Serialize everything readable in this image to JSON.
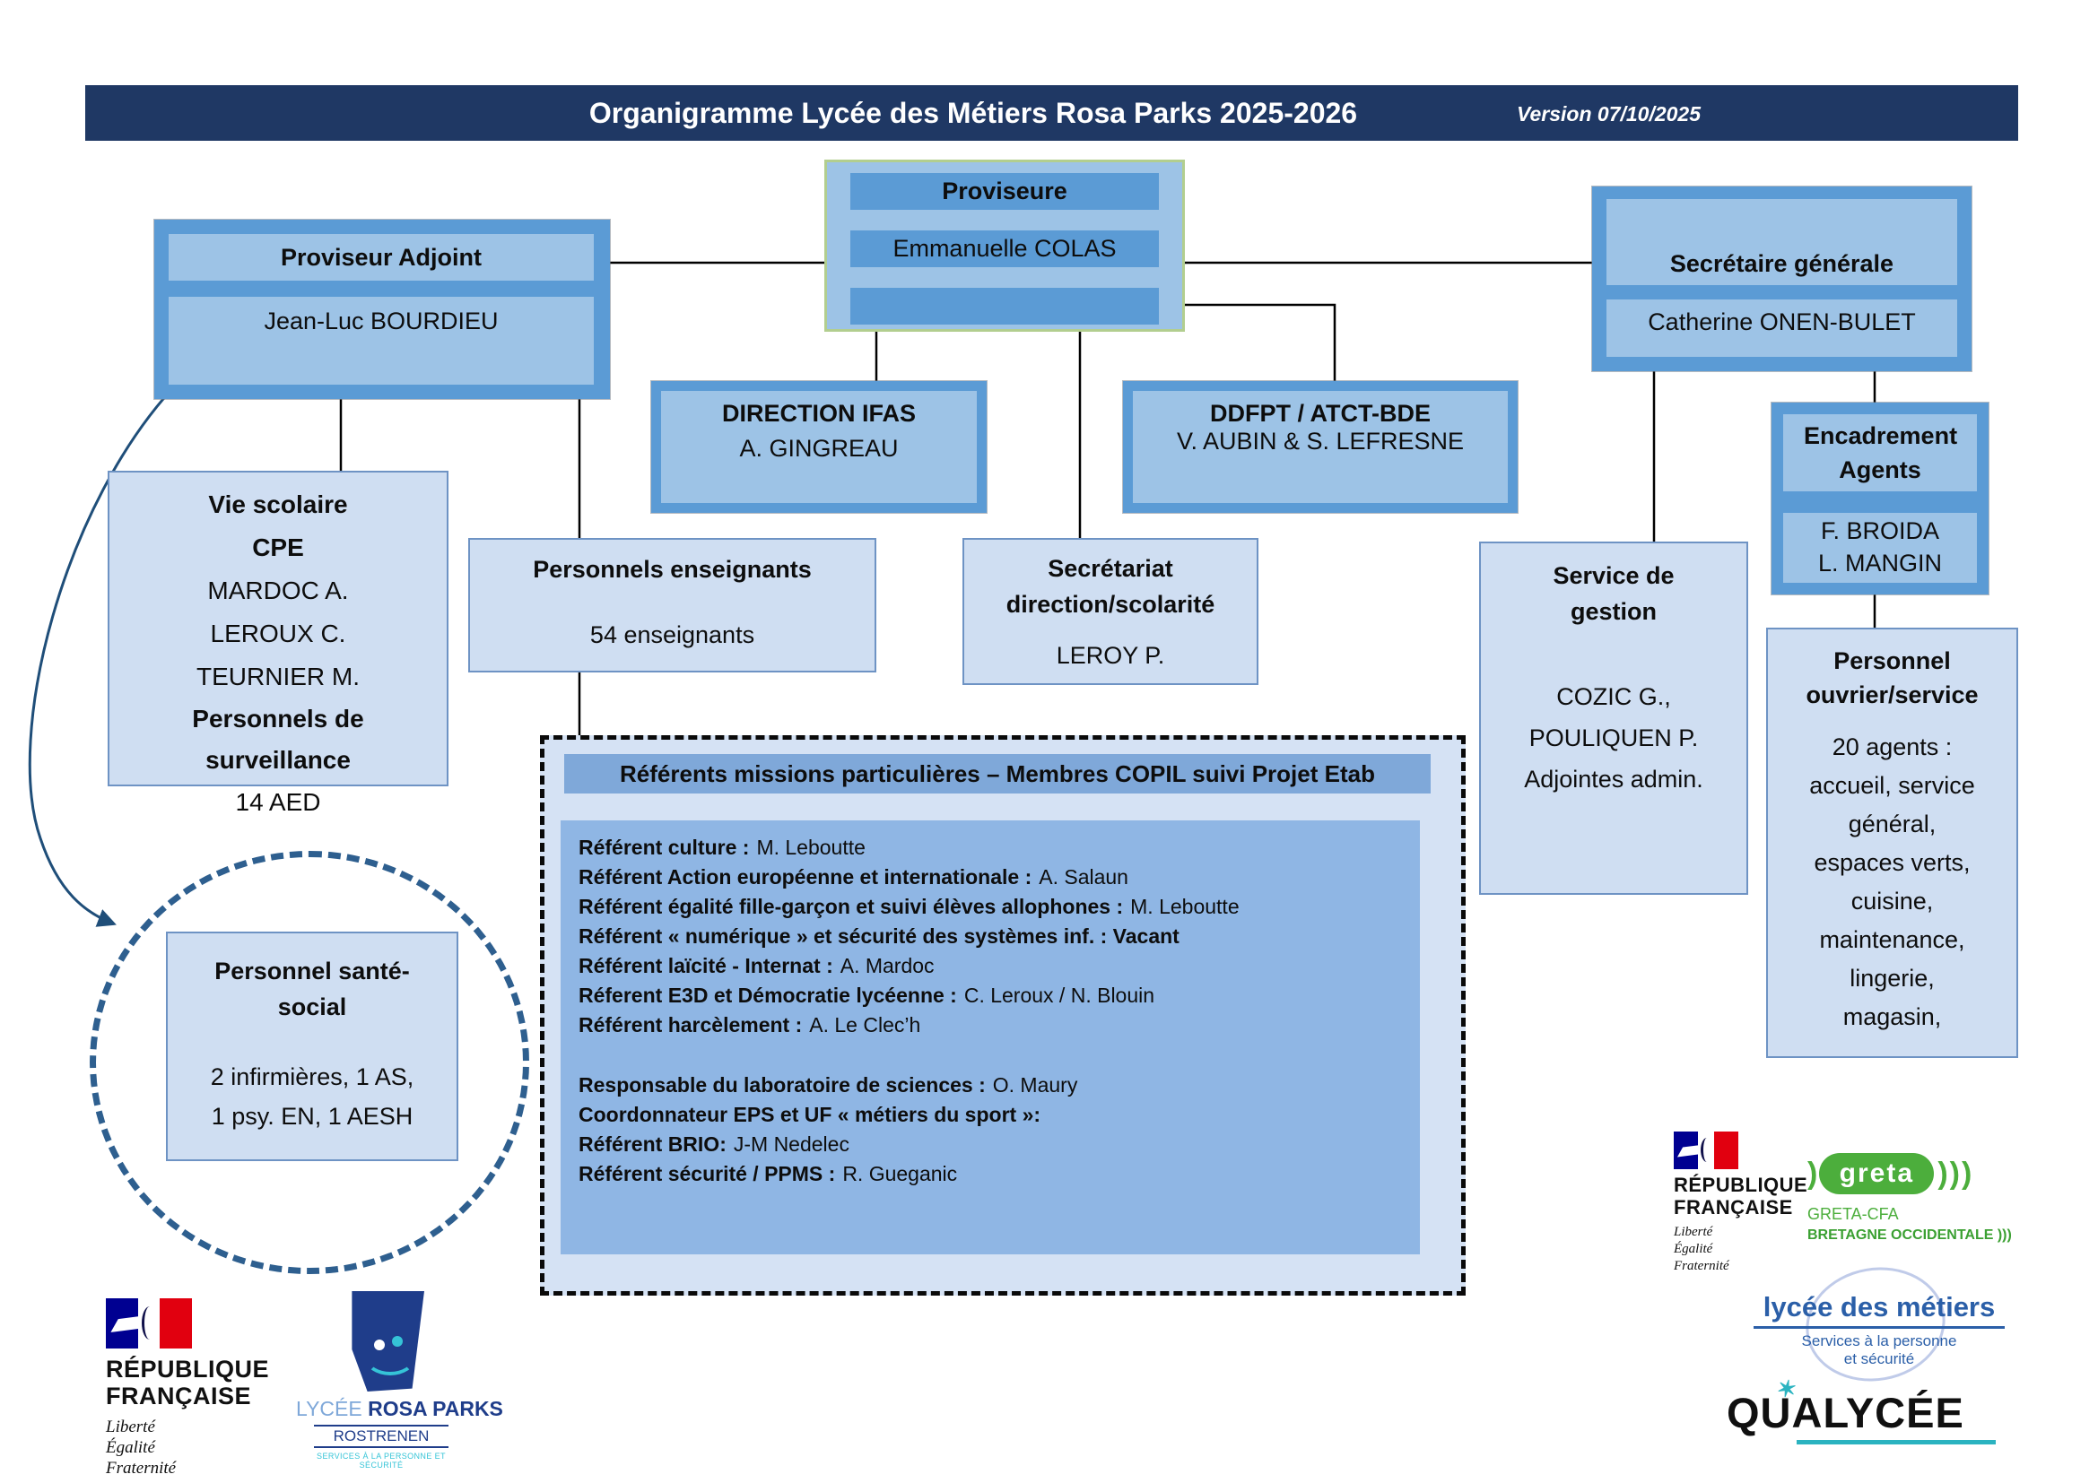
{
  "header": {
    "title": "Organigramme Lycée des Métiers Rosa Parks 2025-2026",
    "version": "Version 07/10/2025"
  },
  "nodes": {
    "proviseure": {
      "title": "Proviseure",
      "name": "Emmanuelle COLAS"
    },
    "proviseur_adjoint": {
      "title": "Proviseur Adjoint",
      "name": "Jean-Luc BOURDIEU"
    },
    "secretaire_generale": {
      "title": "Secrétaire générale",
      "name": "Catherine ONEN-BULET"
    },
    "direction_ifas": {
      "title": "DIRECTION IFAS",
      "name": "A. GINGREAU"
    },
    "ddfpt": {
      "title": "DDFPT / ATCT-BDE",
      "name": "V. AUBIN & S. LEFRESNE"
    },
    "vie_scolaire": {
      "title": "Vie scolaire",
      "line2": "CPE",
      "line3": "MARDOC A.",
      "line4": "LEROUX C.",
      "line5": "TEURNIER M.",
      "line6": "Personnels de surveillance",
      "line7": "14 AED"
    },
    "personnels_enseignants": {
      "title": "Personnels enseignants",
      "body": "54 enseignants"
    },
    "secretariat": {
      "title": "Secrétariat direction/scolarité",
      "body": "LEROY P."
    },
    "service_gestion": {
      "title": "Service de gestion",
      "body": "COZIC G.,\nPOULIQUEN P.\nAdjointes admin."
    },
    "encadrement_agents": {
      "title": "Encadrement Agents",
      "names": "F. BROIDA\nL. MANGIN"
    },
    "personnel_ouvrier": {
      "title": "Personnel ouvrier/service",
      "body": "20 agents :\naccueil, service\ngénéral,\nespaces verts,\ncuisine,\nmaintenance,\nlingerie,\nmagasin,"
    },
    "sante_social": {
      "title": "Personnel santé-social",
      "body": "2 infirmières, 1 AS,\n1 psy. EN, 1 AESH"
    }
  },
  "referents": {
    "header": "Référents missions particulières – Membres COPIL suivi Projet Etab",
    "items": [
      {
        "label": "Référent culture :",
        "value": "M. Leboutte"
      },
      {
        "label": "Référent Action européenne et internationale :",
        "value": "A. Salaun"
      },
      {
        "label": "Référent égalité fille-garçon et suivi élèves allophones :",
        "value": "M. Leboutte"
      },
      {
        "label": "Référent « numérique » et sécurité des systèmes inf. : Vacant",
        "value": ""
      },
      {
        "label": "Référent laïcité - Internat :",
        "value": "A. Mardoc"
      },
      {
        "label": "Réferent E3D et Démocratie lycéenne :",
        "value": "C. Leroux / N. Blouin"
      },
      {
        "label": "Référent harcèlement :",
        "value": "A. Le Clec’h"
      },
      {
        "label": "Responsable du laboratoire de sciences :",
        "value": "O. Maury"
      },
      {
        "label": "Coordonnateur EPS et UF « métiers du sport »:",
        "value": ""
      },
      {
        "label": "Référent BRIO:",
        "value": "J-M Nedelec"
      },
      {
        "label": "Référent sécurité / PPMS :",
        "value": "R. Gueganic"
      }
    ]
  },
  "logos": {
    "republique": {
      "line1": "RÉPUBLIQUE",
      "line2": "FRANÇAISE",
      "motto": "Liberté\nÉgalité\nFraternité"
    },
    "rosa_parks": {
      "name1": "LYCÉE",
      "name2": "ROSA PARKS",
      "city": "ROSTRENEN",
      "tagline": "SERVICES À LA PERSONNE ET SÉCURITÉ"
    },
    "greta": {
      "wordmark": "greta",
      "arc_left": ")",
      "arcs_right": ")))",
      "line1": "GRETA-CFA",
      "line2": "BRETAGNE OCCIDENTALE )))"
    },
    "lycee_metiers": {
      "name": "lycée des métiers",
      "tagline1": "Services à la personne",
      "tagline2": "et sécurité"
    },
    "qualycee": {
      "name": "QUALYCÉE"
    }
  },
  "colors": {
    "navy_bar": "#1F3864",
    "medium_blue": "#5B9BD5",
    "light_blue": "#9DC3E6",
    "pale_blue": "#CFDEF2",
    "referents_panel": "#8FB6E4",
    "referents_header": "#7FA8D9",
    "proviseure_border_green": "#B2CE8F",
    "circle_dash_blue": "#2E5F8F",
    "arrow_blue": "#1F4E79",
    "rf_blue": "#000091",
    "rf_red": "#E1000F",
    "rosa_navy": "#1F3D8A",
    "teal": "#35C4D7",
    "greta_green": "#4CAE3C",
    "metiers_blue": "#2B5FA8",
    "qualycee_teal": "#2BB3C0"
  }
}
